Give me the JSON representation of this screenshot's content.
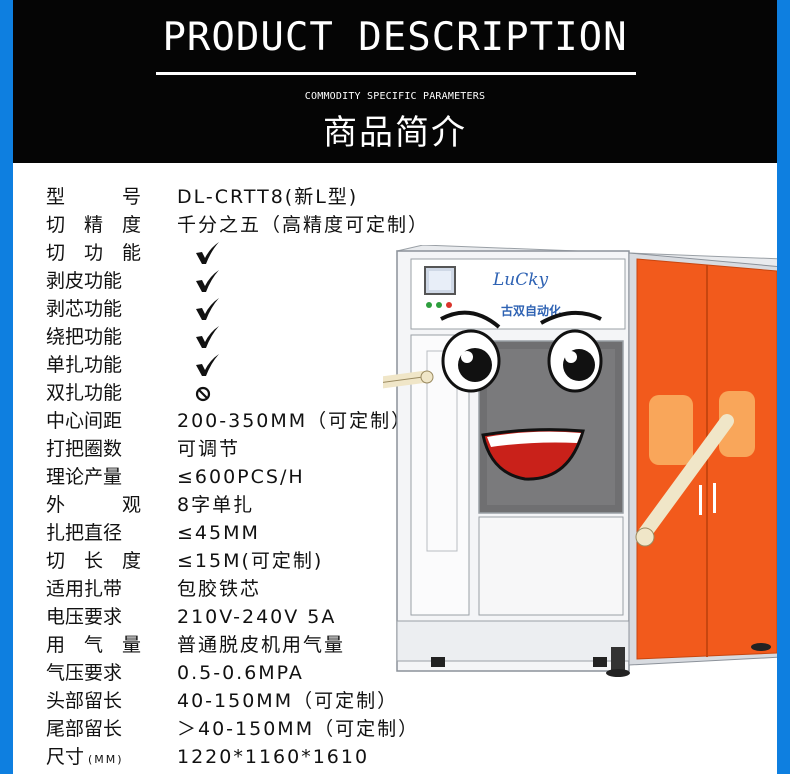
{
  "header": {
    "title": "PRODUCT DESCRIPTION",
    "subtitle": "COMMODITY SPECIFIC PARAMETERS",
    "title_cn": "商品简介"
  },
  "specs": [
    {
      "label": "型号",
      "value": "DL-CRTT8(新L型)",
      "spread": true
    },
    {
      "label": "切精度",
      "value": "千分之五（高精度可定制）",
      "spread": true
    },
    {
      "label": "切功能",
      "mark": "check-icon",
      "spread": true
    },
    {
      "label": "剥皮功能",
      "mark": "check-icon"
    },
    {
      "label": "剥芯功能",
      "mark": "check-icon"
    },
    {
      "label": "绕把功能",
      "mark": "check-icon"
    },
    {
      "label": "单扎功能",
      "mark": "check-icon"
    },
    {
      "label": "双扎功能",
      "mark": "no-icon"
    },
    {
      "label": "中心间距",
      "value": "200-350MM（可定制）"
    },
    {
      "label": "打把圈数",
      "value": "可调节"
    },
    {
      "label": "理论产量",
      "value": "≤600PCS/H"
    },
    {
      "label": "外观",
      "value": "8字单扎",
      "spread": true
    },
    {
      "label": "扎把直径",
      "value": "≤45MM"
    },
    {
      "label": "切长度",
      "value": "≤15M(可定制)",
      "spread": true
    },
    {
      "label": "适用扎带",
      "value": "包胶铁芯"
    },
    {
      "label": "电压要求",
      "value": "210V-240V 5A"
    },
    {
      "label": "用气量",
      "value": "普通脱皮机用气量",
      "spread": true
    },
    {
      "label": "气压要求",
      "value": "0.5-0.6MPA"
    },
    {
      "label": "头部留长",
      "value": "40-150MM（可定制）"
    },
    {
      "label": "尾部留长",
      "value": "＞40-150MM（可定制）"
    },
    {
      "label": "尺寸",
      "unit": "(MM)",
      "value": "1220*1160*1610"
    }
  ],
  "machine": {
    "brand": "古双自动化",
    "logo_script": "LuCky"
  },
  "colors": {
    "border": "#0e7fe0",
    "header_bg": "#050505",
    "door_orange": "#f25a1c",
    "door_panel": "#f9a65a"
  }
}
